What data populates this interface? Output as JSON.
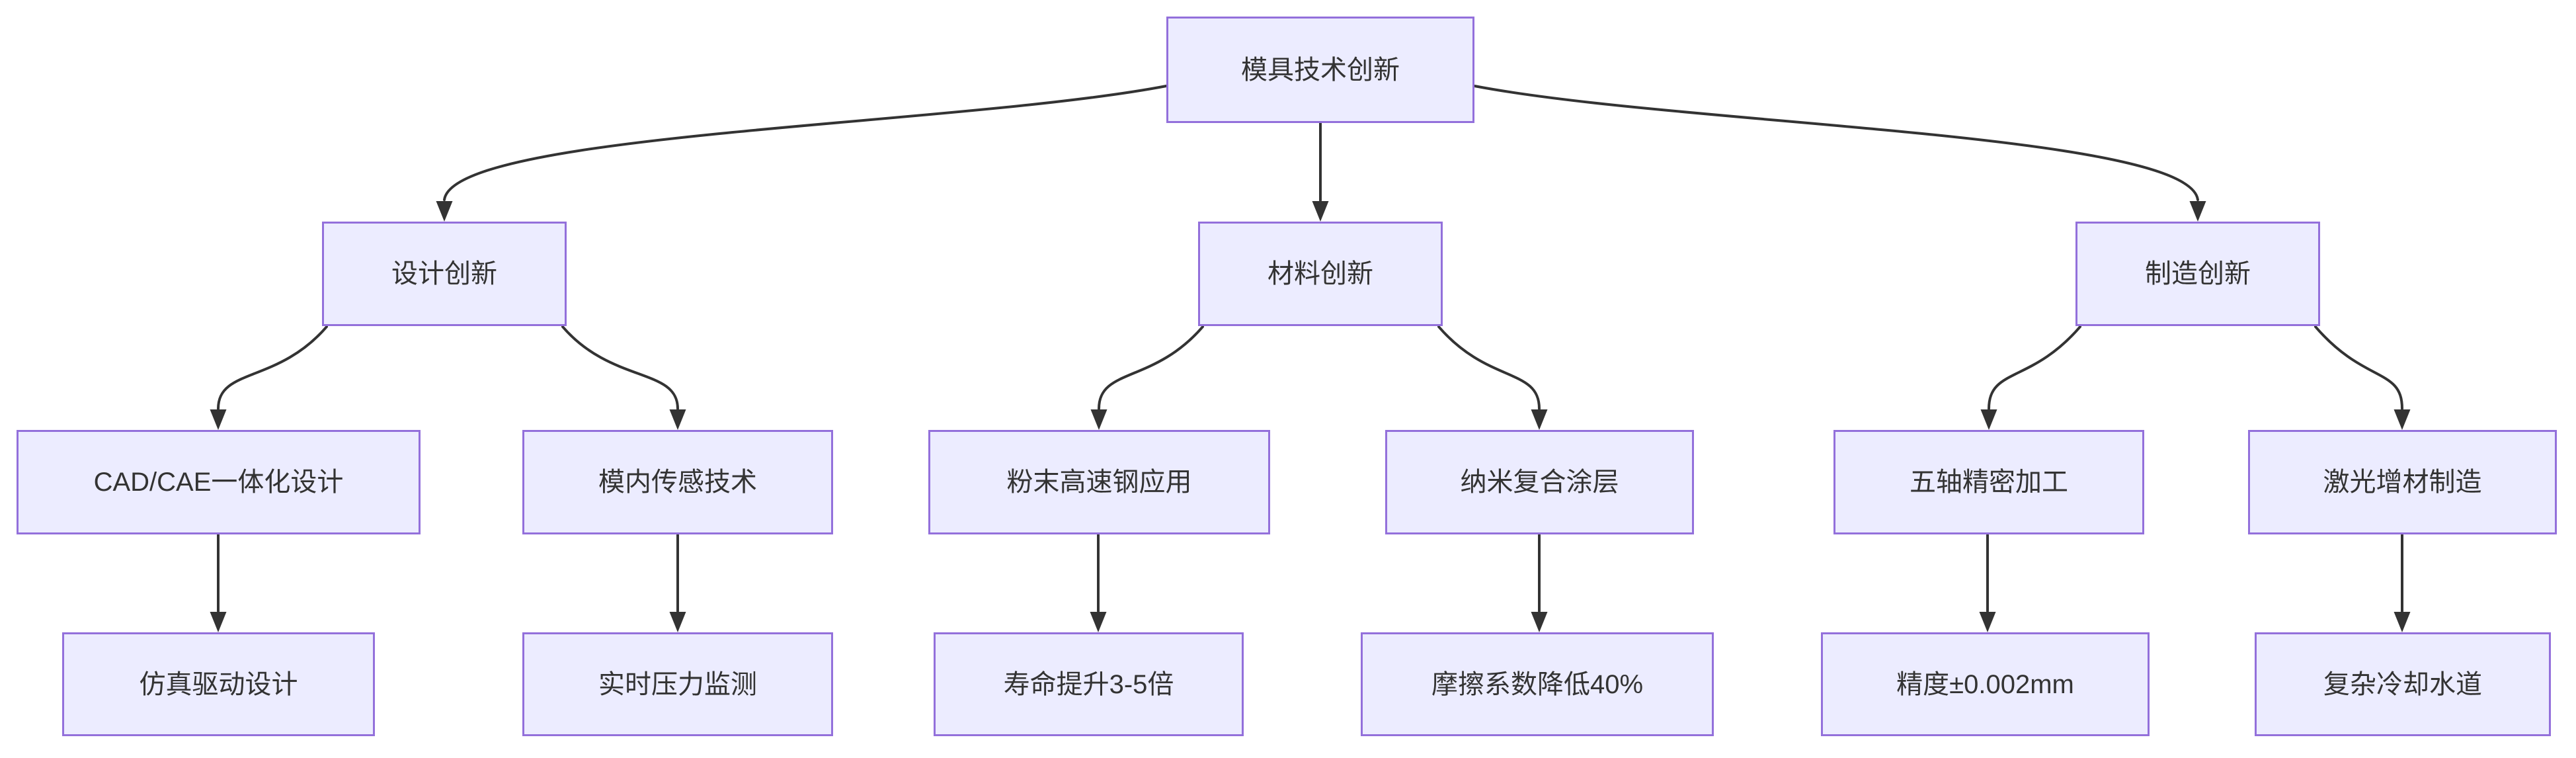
{
  "diagram": {
    "type": "flowchart-top-down",
    "colors": {
      "node_fill": "#ECECFF",
      "node_border": "#9370DB",
      "node_text": "#333333",
      "edge_line": "#333333",
      "background": "#FFFFFF"
    },
    "nodes": {
      "root": {
        "label": "模具技术创新"
      },
      "design": {
        "label": "设计创新"
      },
      "material": {
        "label": "材料创新"
      },
      "manufacturing": {
        "label": "制造创新"
      },
      "cad_cae": {
        "label": "CAD/CAE一体化设计"
      },
      "in_mold_sensing": {
        "label": "模内传感技术"
      },
      "powder_hss": {
        "label": "粉末高速钢应用"
      },
      "nano_coating": {
        "label": "纳米复合涂层"
      },
      "five_axis": {
        "label": "五轴精密加工"
      },
      "laser_am": {
        "label": "激光增材制造"
      },
      "simulation_driven": {
        "label": "仿真驱动设计"
      },
      "realtime_pressure": {
        "label": "实时压力监测"
      },
      "lifespan_boost": {
        "label": "寿命提升3-5倍"
      },
      "friction_reduction": {
        "label": "摩擦系数降低40%"
      },
      "precision": {
        "label": "精度±0.002mm"
      },
      "cooling_channels": {
        "label": "复杂冷却水道"
      }
    },
    "edges": [
      {
        "from": "root",
        "to": "design"
      },
      {
        "from": "root",
        "to": "material"
      },
      {
        "from": "root",
        "to": "manufacturing"
      },
      {
        "from": "design",
        "to": "cad_cae"
      },
      {
        "from": "design",
        "to": "in_mold_sensing"
      },
      {
        "from": "material",
        "to": "powder_hss"
      },
      {
        "from": "material",
        "to": "nano_coating"
      },
      {
        "from": "manufacturing",
        "to": "five_axis"
      },
      {
        "from": "manufacturing",
        "to": "laser_am"
      },
      {
        "from": "cad_cae",
        "to": "simulation_driven"
      },
      {
        "from": "in_mold_sensing",
        "to": "realtime_pressure"
      },
      {
        "from": "powder_hss",
        "to": "lifespan_boost"
      },
      {
        "from": "nano_coating",
        "to": "friction_reduction"
      },
      {
        "from": "five_axis",
        "to": "precision"
      },
      {
        "from": "laser_am",
        "to": "cooling_channels"
      }
    ]
  }
}
